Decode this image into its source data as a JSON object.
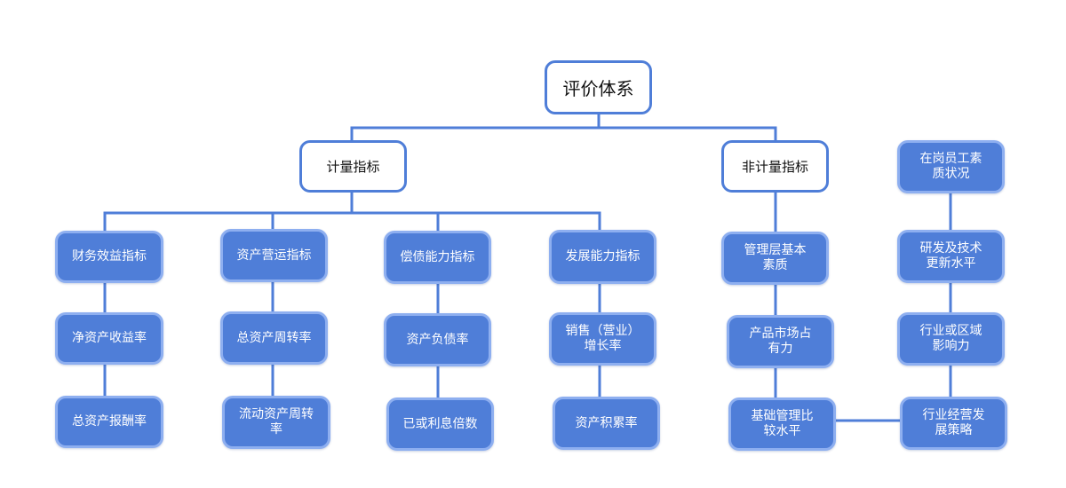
{
  "diagram": {
    "root": "评价体系",
    "quantitative": "计量指标",
    "non_quantitative": "非计量指标",
    "columns": [
      [
        "财务效益指标",
        "净资产收益率",
        "总资产报酬率"
      ],
      [
        "资产营运指标",
        "总资产周转率",
        "流动资产周转率"
      ],
      [
        "偿债能力指标",
        "资产负债率",
        "已或利息倍数"
      ],
      [
        "发展能力指标",
        "销售（营业）\n增长率",
        "资产积累率"
      ],
      [
        "管理层基本\n素质",
        "产品市场占\n有力",
        "基础管理比\n较水平"
      ],
      [
        "在岗员工素\n质状况",
        "研发及技术\n更新水平",
        "行业或区域\n影响力",
        "行业经营发\n展策略"
      ]
    ]
  },
  "colors": {
    "connector": "#4f7ed8",
    "node_fill": "#4f7ed8",
    "node_border": "#8eaff0",
    "outline_border": "#4f7ed8",
    "text_dark": "#111111",
    "text_light": "#ffffff"
  }
}
